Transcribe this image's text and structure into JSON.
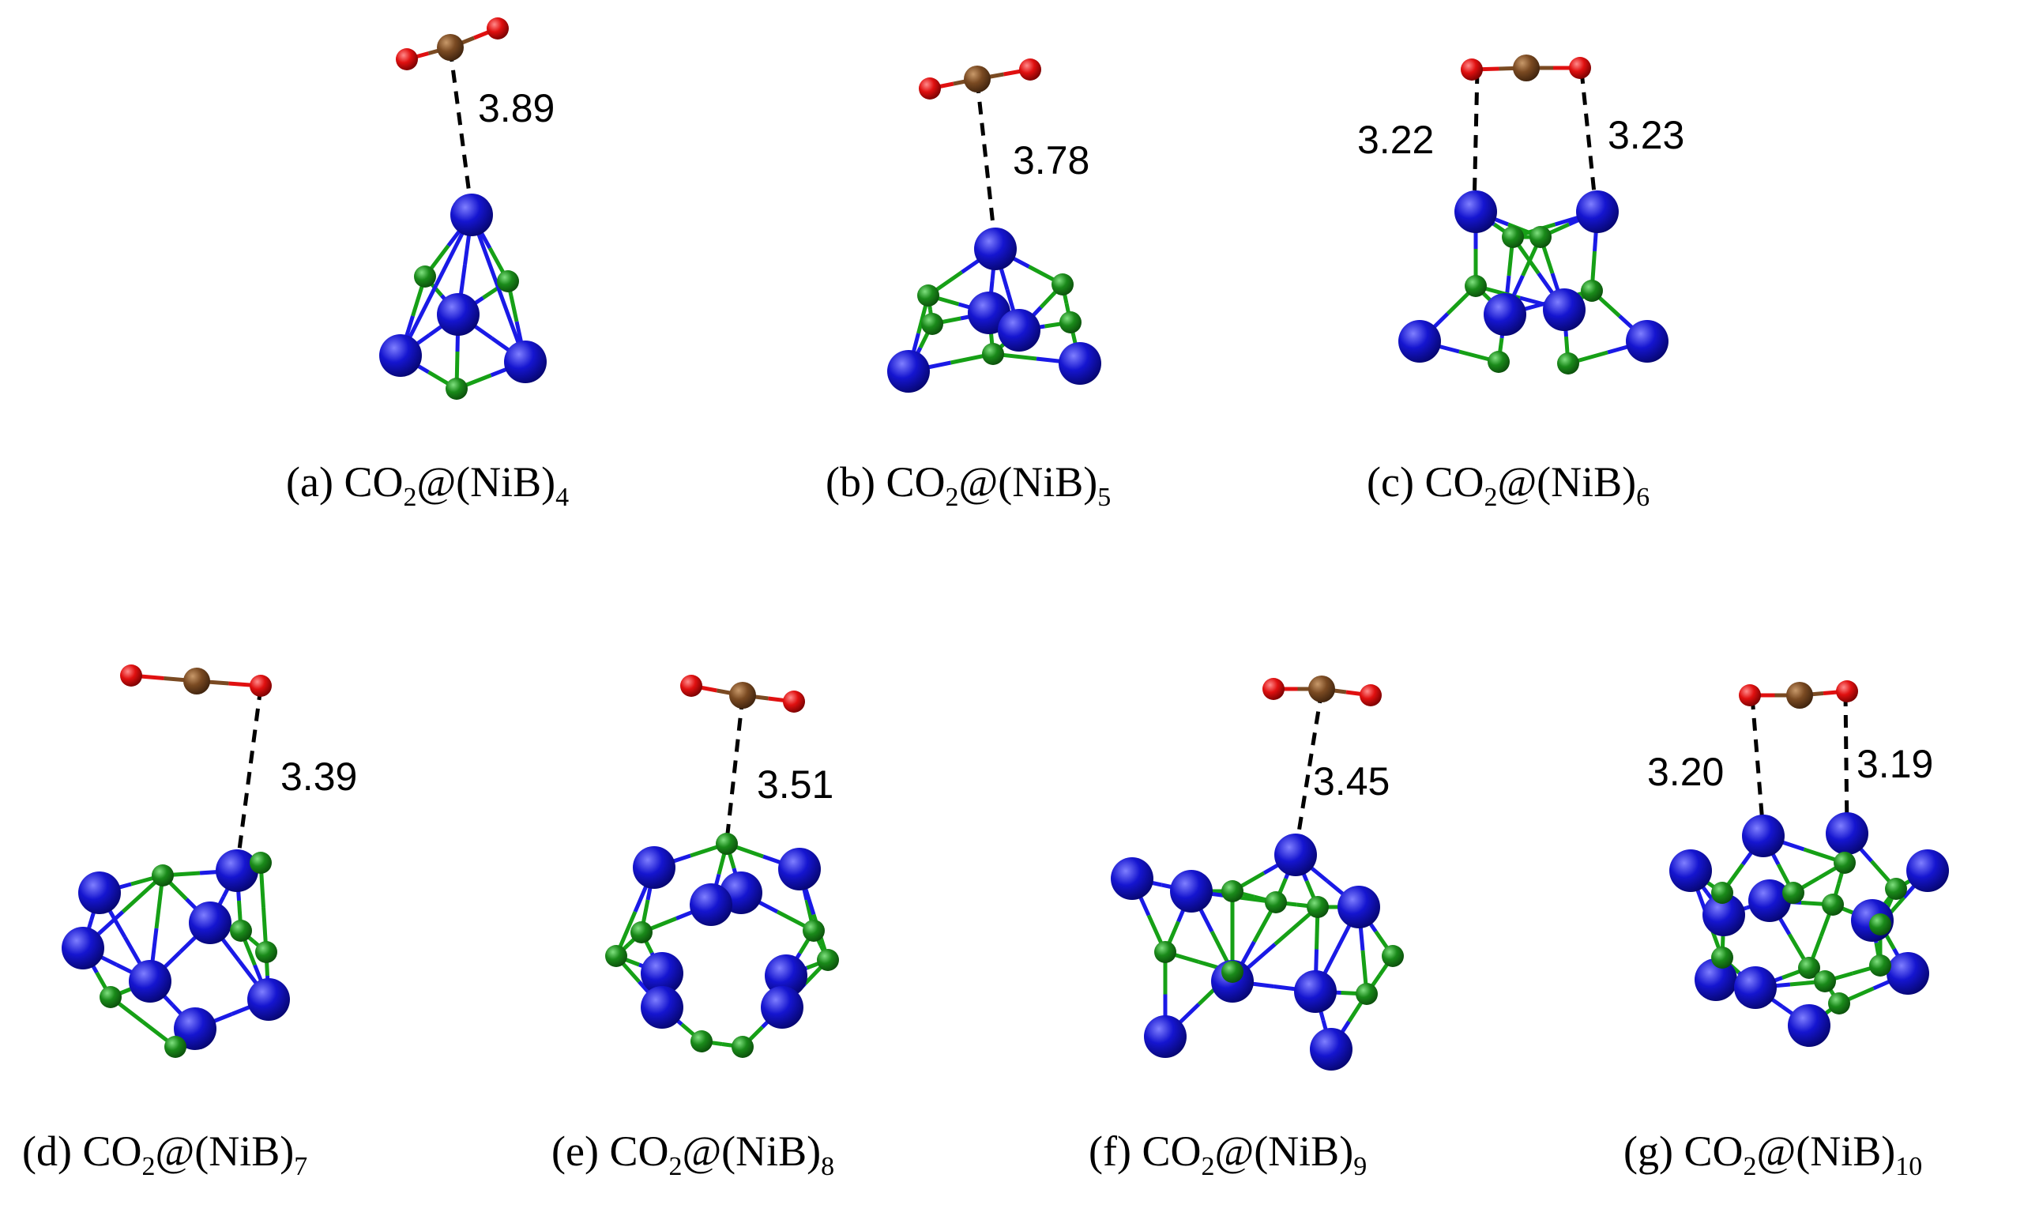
{
  "colors": {
    "nickel": "#1515d0",
    "boron": "#1a8a1a",
    "carbon": "#7a4a22",
    "oxygen": "#e01010",
    "ni_bond": "#1a1ae6",
    "b_bond": "#16a016",
    "dashed": "#000000"
  },
  "panels": [
    {
      "id": "a",
      "label": "(a)",
      "formula": "CO",
      "co_sub": "2",
      "at": "@(NiB)",
      "n_sub": "4",
      "distances": [
        "3.89"
      ]
    },
    {
      "id": "b",
      "label": "(b)",
      "formula": "CO",
      "co_sub": "2",
      "at": "@(NiB)",
      "n_sub": "5",
      "distances": [
        "3.78"
      ]
    },
    {
      "id": "c",
      "label": "(c)",
      "formula": "CO",
      "co_sub": "2",
      "at": "@(NiB)",
      "n_sub": "6",
      "distances": [
        "3.22",
        "3.23"
      ]
    },
    {
      "id": "d",
      "label": "(d)",
      "formula": "CO",
      "co_sub": "2",
      "at": "@(NiB)",
      "n_sub": "7",
      "distances": [
        "3.39"
      ]
    },
    {
      "id": "e",
      "label": "(e)",
      "formula": "CO",
      "co_sub": "2",
      "at": "@(NiB)",
      "n_sub": "8",
      "distances": [
        "3.51"
      ]
    },
    {
      "id": "f",
      "label": "(f)",
      "formula": "CO",
      "co_sub": "2",
      "at": "@(NiB)",
      "n_sub": "9",
      "distances": [
        "3.45"
      ]
    },
    {
      "id": "g",
      "label": "(g)",
      "formula": "CO",
      "co_sub": "2",
      "at": "@(NiB)",
      "n_sub": "10",
      "distances": [
        "3.20",
        "3.19"
      ]
    }
  ]
}
